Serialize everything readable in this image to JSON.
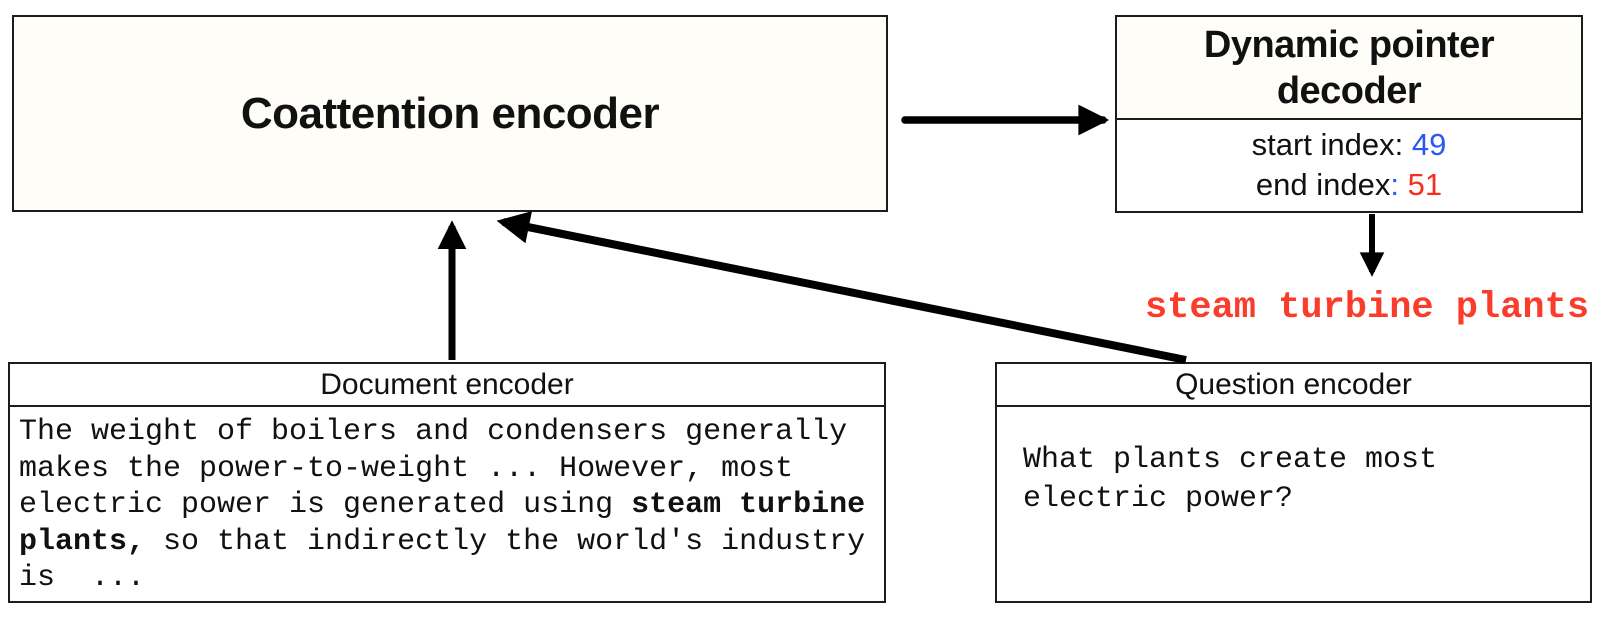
{
  "diagram": {
    "coattention": {
      "title": "Coattention encoder"
    },
    "decoder": {
      "title_line1": "Dynamic pointer",
      "title_line2": "decoder",
      "rows": [
        {
          "label": "start index",
          "colon": ":",
          "value": "49",
          "colon_color": "#111111",
          "value_color": "#2b57f5"
        },
        {
          "label": "end index",
          "colon": ":",
          "value": "51",
          "colon_color": "#2b57f5",
          "value_color": "#fa2c1e"
        }
      ]
    },
    "answer": {
      "text": "steam turbine plants",
      "color": "#fa3c2a"
    },
    "document": {
      "header": "Document encoder",
      "lines": [
        [
          {
            "t": "The weight of boilers and condensers generally",
            "b": false
          }
        ],
        [
          {
            "t": "makes the power-to-weight ... However, most",
            "b": false
          }
        ],
        [
          {
            "t": "electric power is generated using ",
            "b": false
          },
          {
            "t": "steam turbine",
            "b": true
          }
        ],
        [
          {
            "t": "plants,",
            "b": true
          },
          {
            "t": " so that indirectly the world's industry",
            "b": false
          }
        ],
        [
          {
            "t": "is  ...",
            "b": false
          }
        ]
      ]
    },
    "question": {
      "header": "Question encoder",
      "lines": [
        [
          {
            "t": "What plants create most",
            "b": false
          }
        ],
        [
          {
            "t": "electric power?",
            "b": false
          }
        ]
      ]
    },
    "colors": {
      "blue": "#2b57f5",
      "red_value": "#fa2c1e",
      "answer_red": "#fa3c2a",
      "border": "#1c1c1c",
      "box_fill": "#fffdf8"
    }
  }
}
